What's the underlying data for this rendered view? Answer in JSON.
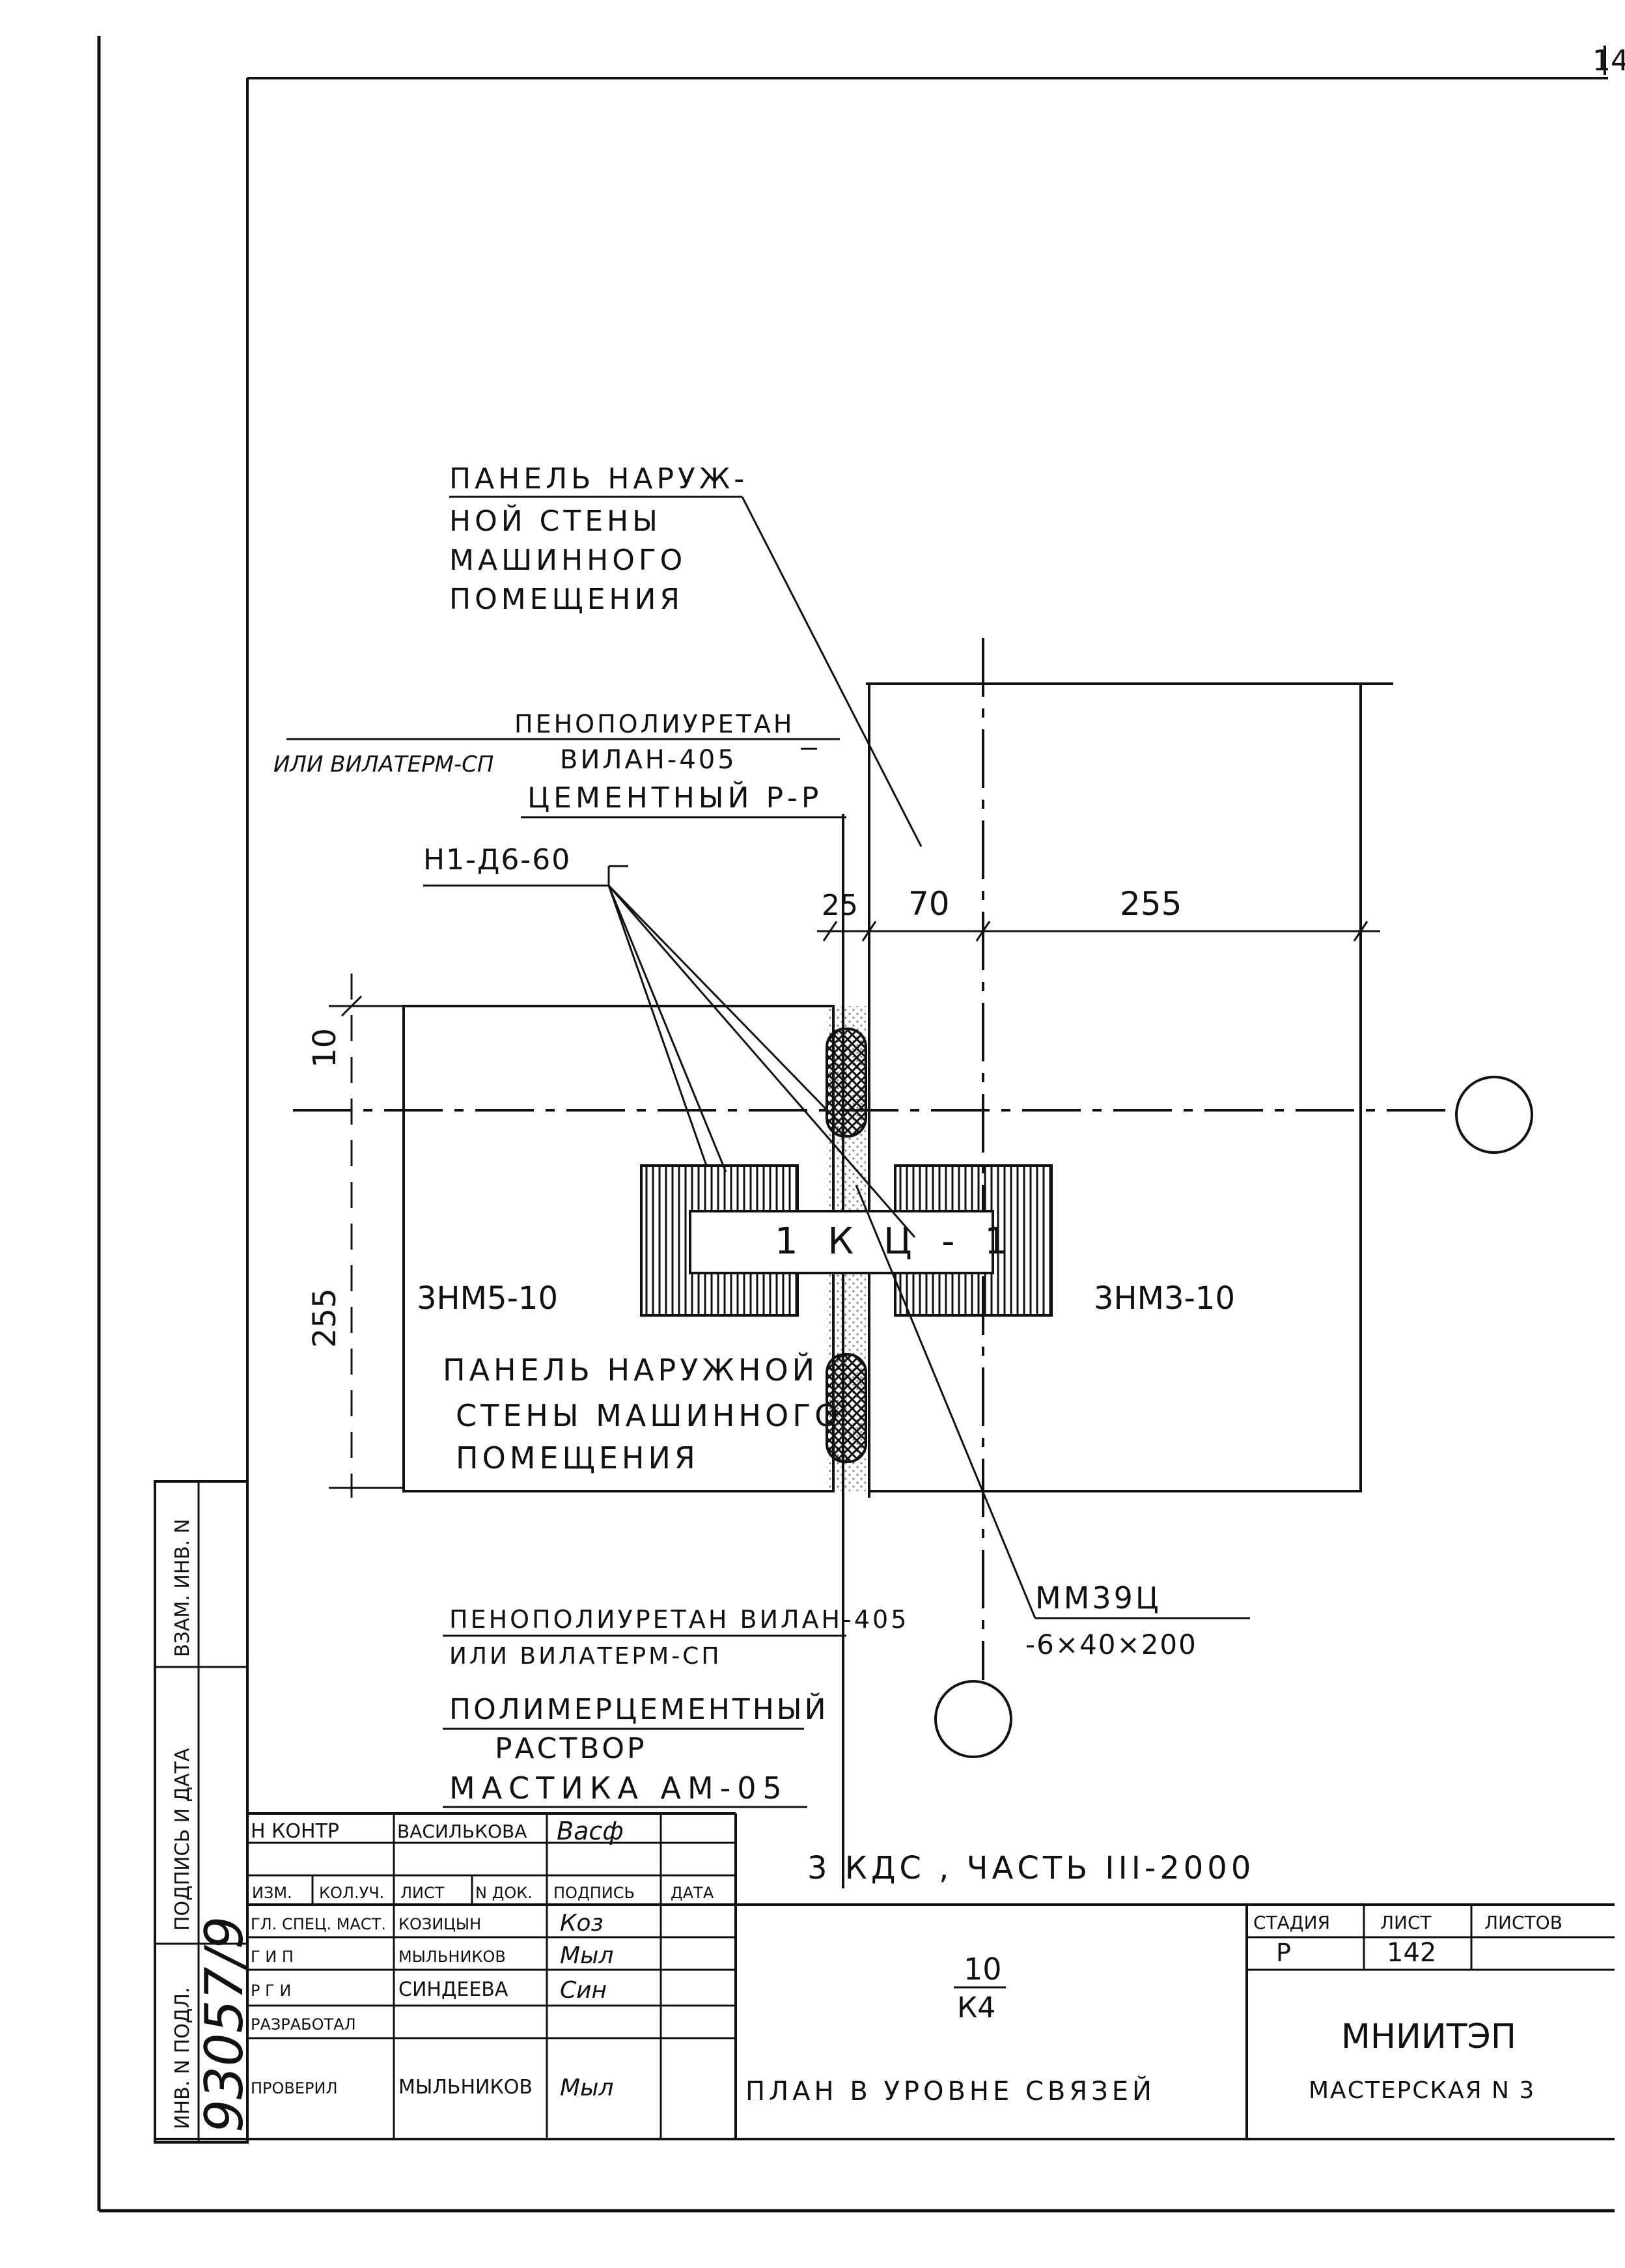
{
  "corner_mark": "14",
  "callouts": {
    "outer_panel_top": [
      "ПАНЕЛЬ НАРУЖ-",
      "НОЙ СТЕНЫ",
      "МАШИННОГО",
      "ПОМЕЩЕНИЯ"
    ],
    "insulation_top": {
      "line1": "ПЕНОПОЛИУРЕТАН",
      "alt": "ИЛИ ВИЛАТЕРМ-СП",
      "line2": "ВИЛАН-405",
      "line3": "ЦЕМЕНТНЫЙ Р-Р"
    },
    "anchor": "Н1-Д6-60",
    "insulation_bottom": {
      "line1": "ПЕНОПОЛИУРЕТАН ВИЛАН-405",
      "line2": "ИЛИ ВИЛАТЕРМ-СП",
      "line3": "ПОЛИМЕРЦЕМЕНТНЫЙ",
      "line4": "РАСТВОР",
      "line5": "МАСТИКА АМ-05"
    },
    "plate": {
      "mark": "ММ39Ц",
      "size": "-6×40×200"
    }
  },
  "dimensions": {
    "d25": "25",
    "d70": "70",
    "d255_top": "255",
    "d10": "10",
    "d255_left": "255"
  },
  "elements": {
    "left_panel_mark": "3НМ5-10",
    "right_panel_mark": "3НМ3-10",
    "connection_mark": "1 К Ц - 1",
    "left_panel_text": [
      "ПАНЕЛЬ НАРУЖНОЙ",
      "СТЕНЫ МАШИННОГО",
      "ПОМЕЩЕНИЯ"
    ]
  },
  "side_stamp": {
    "vzam": "ВЗАМ. ИНВ. N",
    "podpis": "ПОДПИСЬ И ДАТА",
    "inv": "ИНВ. N ПОДЛ.",
    "inv_number": "93057/9"
  },
  "title_block": {
    "rows_top": [
      {
        "role": "Н КОНТР",
        "name": "ВАСИЛЬКОВА",
        "sign": "Васф"
      }
    ],
    "header": [
      "ИЗМ.",
      "КОЛ.УЧ.",
      "ЛИСТ",
      "N ДОК.",
      "ПОДПИСЬ",
      "ДАТА"
    ],
    "rows": [
      {
        "role": "ГЛ. СПЕЦ. МАСТ.",
        "name": "КОЗИЦЫН",
        "sign": "Коз"
      },
      {
        "role": "Г И П",
        "name": "МЫЛЬНИКОВ",
        "sign": "Мыл"
      },
      {
        "role": "Р Г И",
        "name": "СИНДЕЕВА",
        "sign": "Син"
      },
      {
        "role": "РАЗРАБОТАЛ",
        "name": "",
        "sign": ""
      },
      {
        "role": "ПРОВЕРИЛ",
        "name": "МЫЛЬНИКОВ",
        "sign": "Мыл"
      }
    ],
    "project": "3 КДС , ЧАСТЬ III-2000",
    "drawing_num": "10",
    "drawing_den": "К4",
    "drawing_title": "ПЛАН В УРОВНЕ СВЯЗЕЙ",
    "stage_label": "СТАДИЯ",
    "sheet_label": "ЛИСТ",
    "sheets_label": "ЛИСТОВ",
    "stage_value": "Р",
    "sheet_value": "142",
    "sheets_value": "",
    "org": "МНИИТЭП",
    "workshop": "МАСТЕРСКАЯ N 3"
  }
}
